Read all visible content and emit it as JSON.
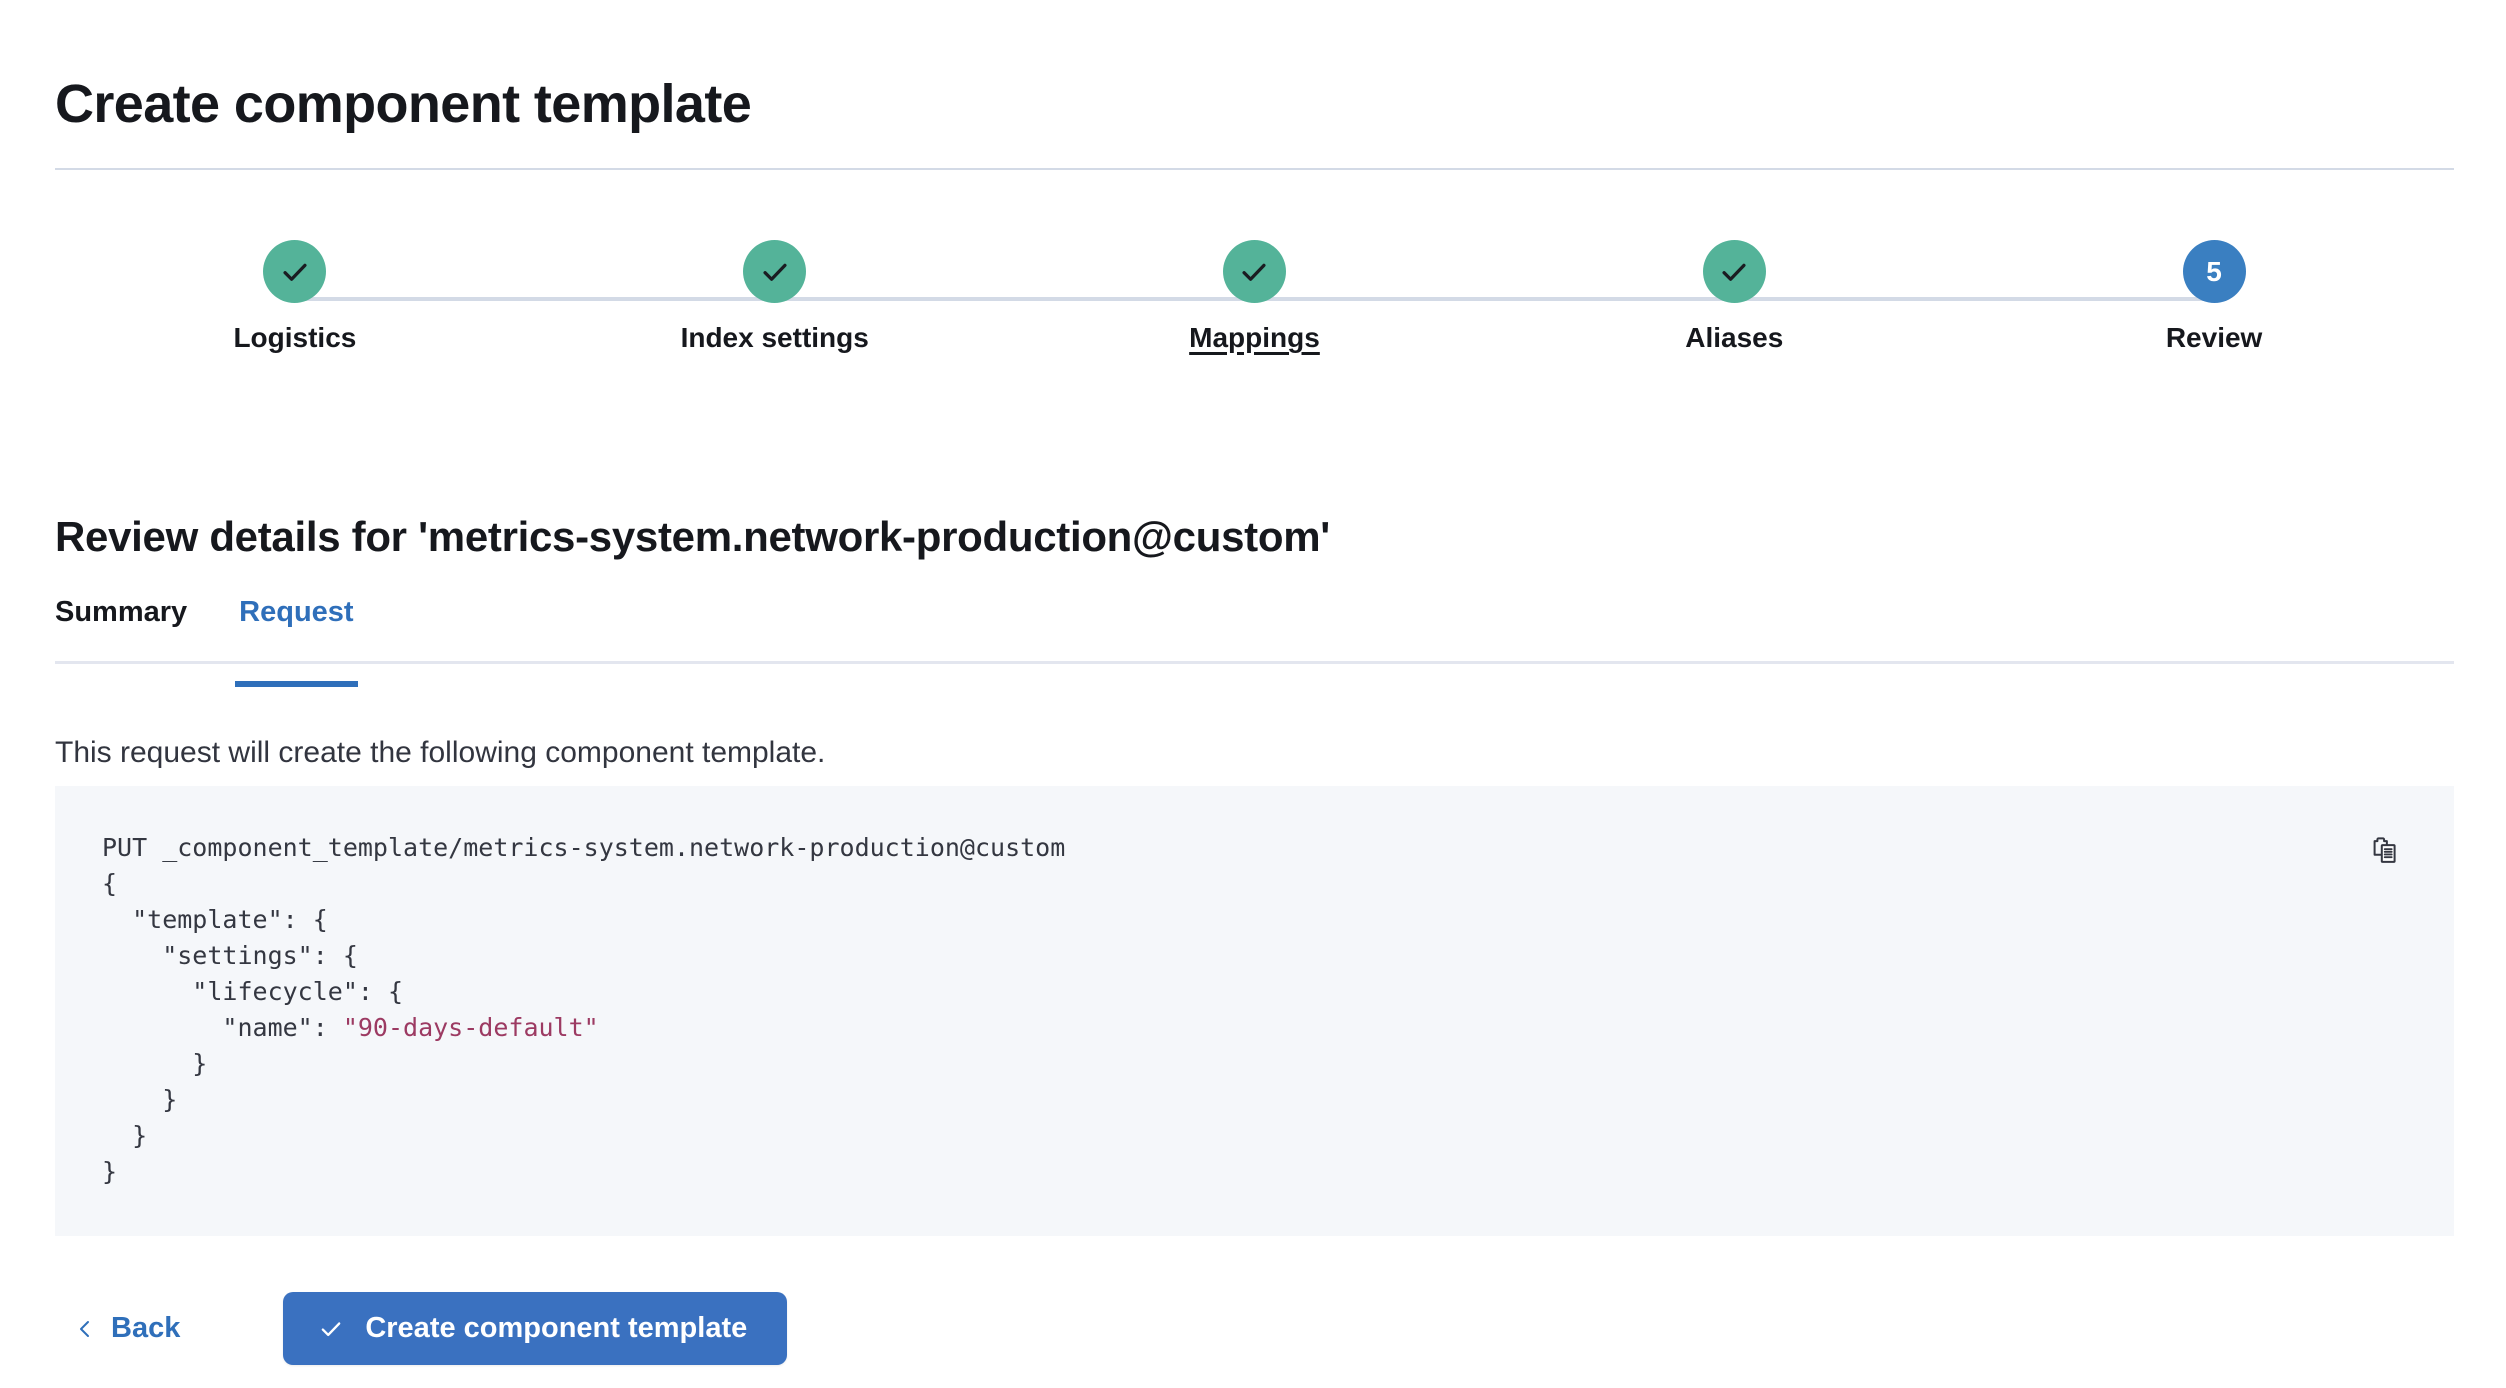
{
  "page": {
    "title": "Create component template"
  },
  "stepper": {
    "steps": [
      {
        "label": "Logistics",
        "state": "complete",
        "icon": "check-icon",
        "number": "1"
      },
      {
        "label": "Index settings",
        "state": "complete",
        "icon": "check-icon",
        "number": "2"
      },
      {
        "label": "Mappings",
        "state": "complete",
        "icon": "check-icon",
        "number": "3",
        "underlined": true
      },
      {
        "label": "Aliases",
        "state": "complete",
        "icon": "check-icon",
        "number": "4"
      },
      {
        "label": "Review",
        "state": "current",
        "icon": "number",
        "number": "5"
      }
    ],
    "colors": {
      "complete": "#54b399",
      "current": "#3a7fc1",
      "track": "#d3dae6"
    }
  },
  "review": {
    "section_title": "Review details for 'metrics-system.network-production@custom'",
    "tabs": [
      {
        "label": "Summary",
        "active": false
      },
      {
        "label": "Request",
        "active": true
      }
    ],
    "description": "This request will create the following component template.",
    "copy_icon": "copy-clipboard-icon",
    "code": {
      "method_line": "PUT _component_template/metrics-system.network-production@custom",
      "body_lines": [
        "{",
        "  \"template\": {",
        "    \"settings\": {",
        "      \"lifecycle\": {",
        "        \"name\": ",
        "      }",
        "    }",
        "  }",
        "}"
      ],
      "string_value": "\"90-days-default\"",
      "full_text": "PUT _component_template/metrics-system.network-production@custom\n{\n  \"template\": {\n    \"settings\": {\n      \"lifecycle\": {\n        \"name\": \"90-days-default\"\n      }\n    }\n  }\n}"
    }
  },
  "footer": {
    "back_label": "Back",
    "back_icon": "chevron-left-icon",
    "submit_label": "Create component template",
    "submit_icon": "check-icon",
    "submit_color": "#3a71c0"
  }
}
